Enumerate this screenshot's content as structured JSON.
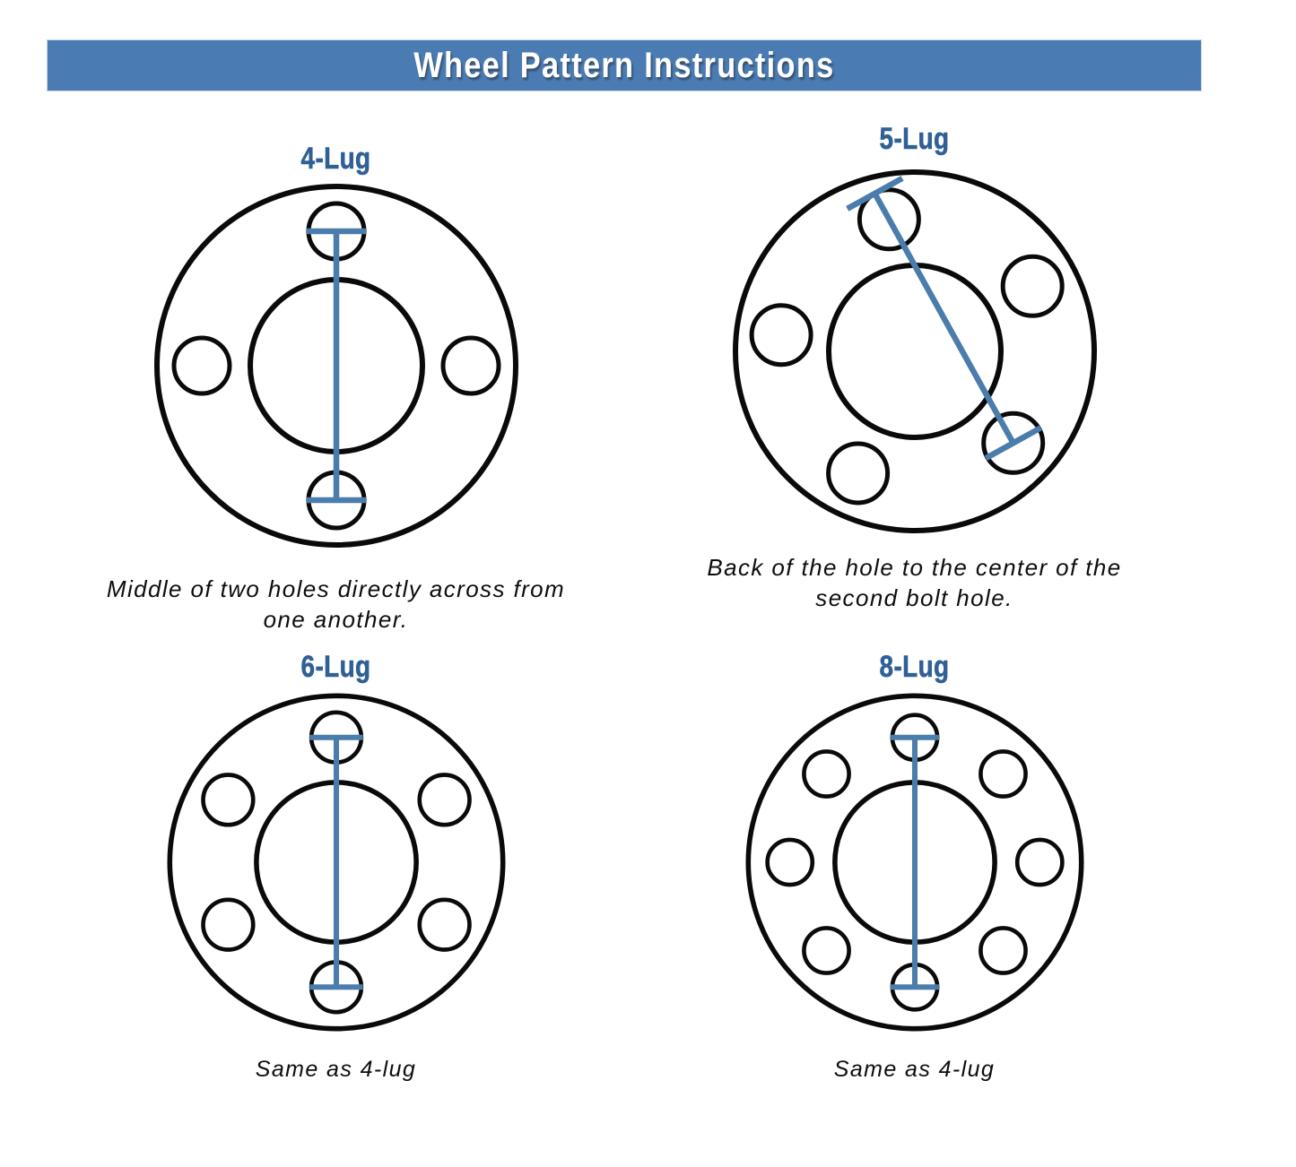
{
  "header": {
    "title": "Wheel Pattern Instructions",
    "background_color": "#4a7cb3",
    "text_color": "#ffffff"
  },
  "theme": {
    "accent_blue": "#2f6096",
    "measure_blue": "#4a7cac",
    "outline_black": "#0a0a0a",
    "page_background": "#ffffff"
  },
  "panels": [
    {
      "id": "four-lug",
      "title": "4-Lug",
      "caption": "Middle of two holes directly across from one another.",
      "lug_count": 4,
      "hole_angles_deg": [
        90,
        180,
        270,
        0
      ],
      "measure": {
        "type": "center-to-center",
        "from_angle_deg": 90,
        "to_angle_deg": 270,
        "cap_style": "perpendicular-bar"
      }
    },
    {
      "id": "five-lug",
      "title": "5-Lug",
      "caption": "Back of the hole to the center of the second bolt hole.",
      "lug_count": 5,
      "hole_angles_deg": [
        101,
        173,
        245,
        317,
        29
      ],
      "measure": {
        "type": "back-of-hole-to-center",
        "from_angle_deg": 101,
        "to_angle_deg": 317,
        "cap_style": "perpendicular-bar"
      }
    },
    {
      "id": "six-lug",
      "title": "6-Lug",
      "caption": "Same as 4-lug",
      "lug_count": 6,
      "hole_angles_deg": [
        90,
        150,
        210,
        270,
        330,
        30
      ],
      "measure": {
        "type": "center-to-center",
        "from_angle_deg": 90,
        "to_angle_deg": 270,
        "cap_style": "perpendicular-bar"
      }
    },
    {
      "id": "eight-lug",
      "title": "8-Lug",
      "caption": "Same as 4-lug",
      "lug_count": 8,
      "hole_angles_deg": [
        90,
        135,
        180,
        225,
        270,
        315,
        0,
        45
      ],
      "measure": {
        "type": "center-to-center",
        "from_angle_deg": 90,
        "to_angle_deg": 270,
        "cap_style": "perpendicular-bar"
      }
    }
  ]
}
